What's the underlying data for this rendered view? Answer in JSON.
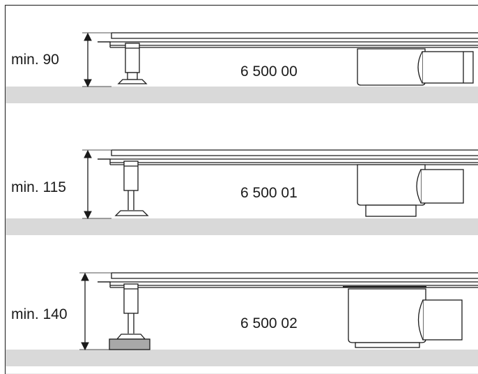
{
  "panels": [
    {
      "dimension_label": "min. 90",
      "article_number": "6 500 00"
    },
    {
      "dimension_label": "min. 115",
      "article_number": "6 500 01"
    },
    {
      "dimension_label": "min. 140",
      "article_number": "6 500 02"
    }
  ],
  "colors": {
    "floor": "#d9d9d9",
    "line": "#1a1a1a",
    "frame": "#333333",
    "grey_pad": "#a8a8a8"
  }
}
